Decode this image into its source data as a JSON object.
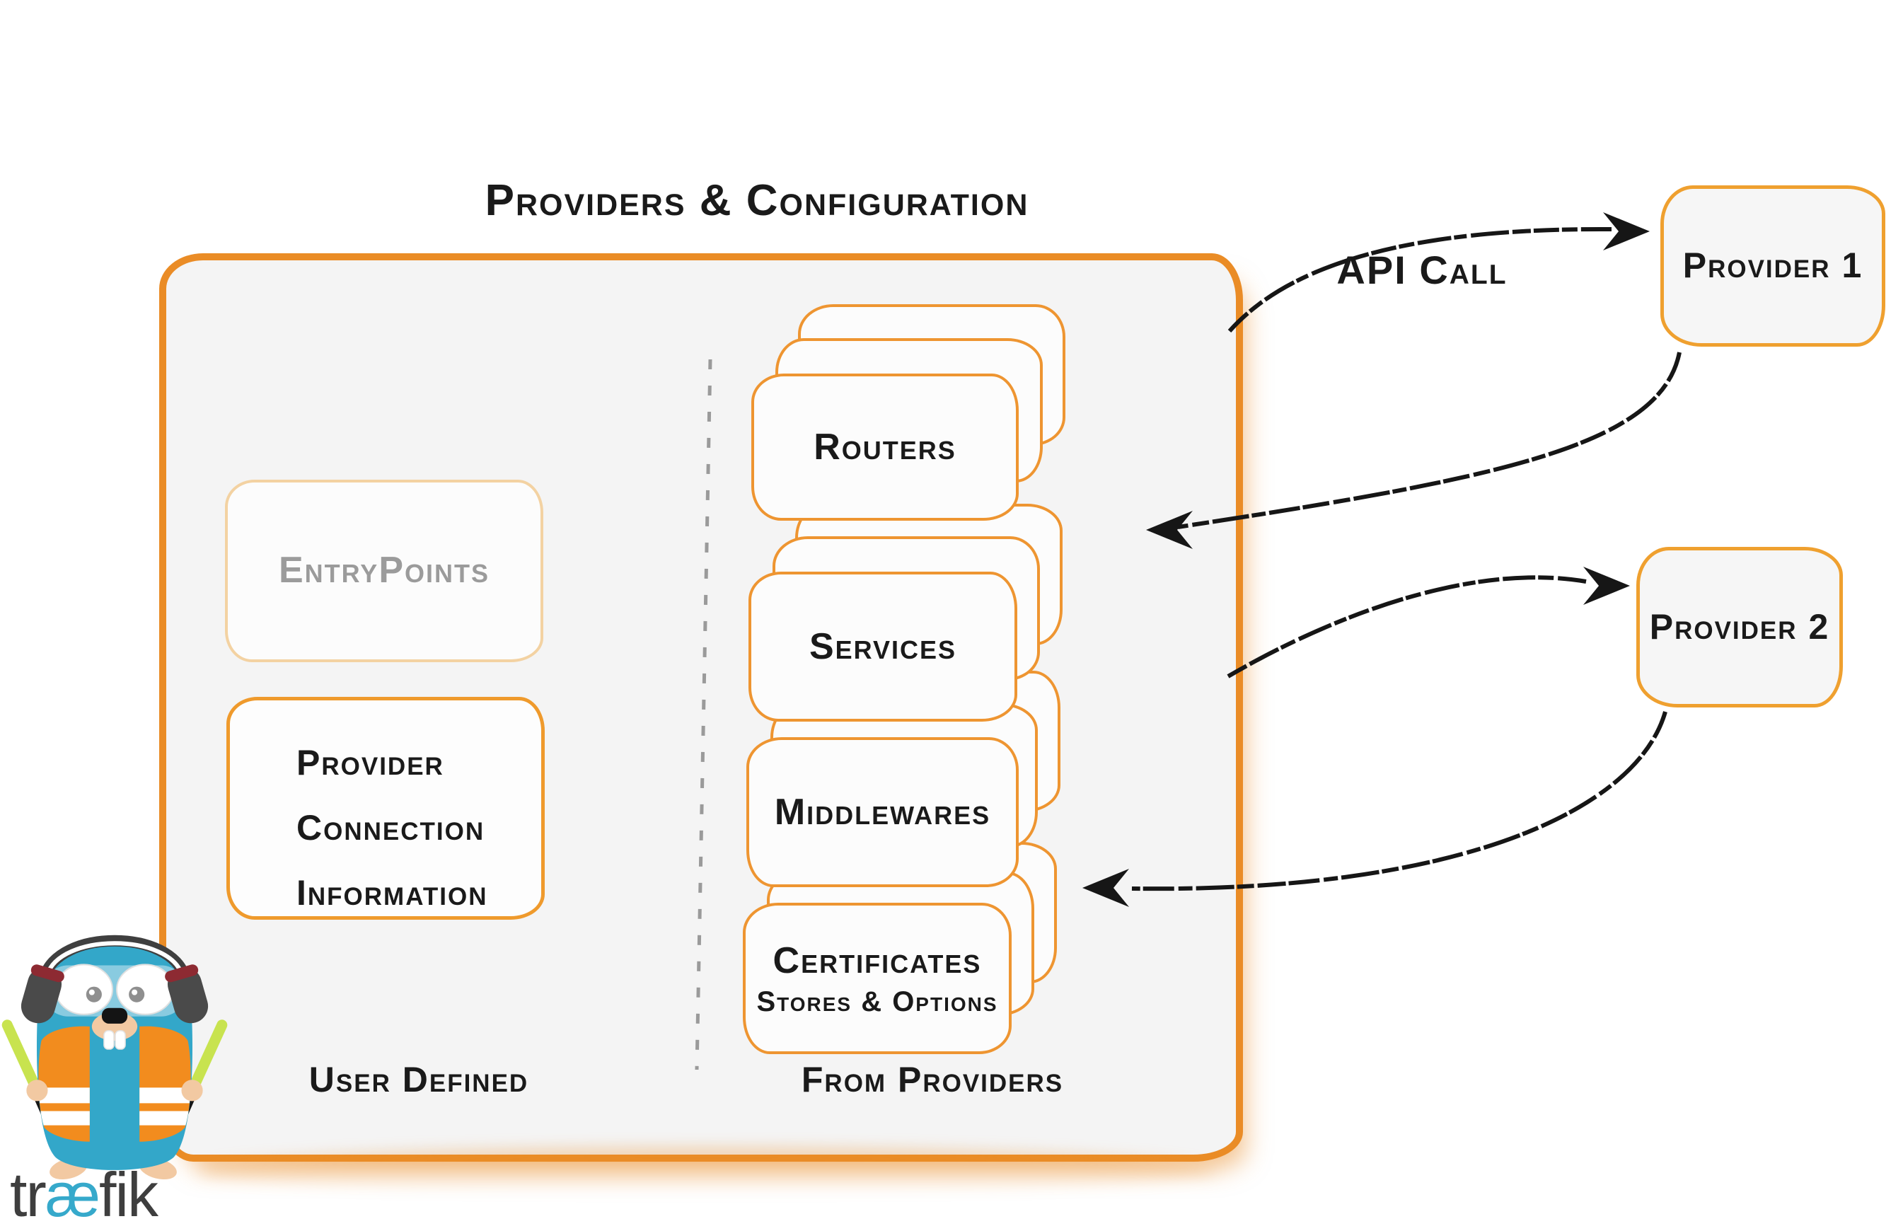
{
  "title": "Providers & Configuration",
  "api_call_label": "API Call",
  "main_box": {
    "entrypoints_label": "EntryPoints",
    "provider_connection_lines": [
      "Provider",
      "Connection",
      "Information"
    ],
    "user_defined_label": "User Defined",
    "from_providers_label": "From Providers",
    "stacks": [
      {
        "label": "Routers"
      },
      {
        "label": "Services"
      },
      {
        "label": "Middlewares"
      },
      {
        "label": "Certificates",
        "sublabel": "Stores & Options"
      }
    ]
  },
  "providers": [
    {
      "label": "Provider 1"
    },
    {
      "label": "Provider 2"
    }
  ],
  "logo": {
    "wordmark": "træfik",
    "wordmark_parts": {
      "left": "tr",
      "ligature": "æ",
      "right": "fik"
    },
    "mascot": "traefik-gopher"
  },
  "colors": {
    "border_orange": "#EA8C26",
    "card_border_orange": "#EE9531",
    "entrypoints_border": "#F3D2A2",
    "panel_background": "#F4F4F4",
    "card_background": "#FCFCFC",
    "gray_text": "#9B9B9B",
    "ink_black": "#1A1A1A",
    "logo_blue": "#36A9CB",
    "logo_dark": "#3E3E3E",
    "mascot_body_blue": "#33A7C9",
    "mascot_vest_orange": "#F28C1E",
    "glow_stick_green": "#C8E34F"
  }
}
